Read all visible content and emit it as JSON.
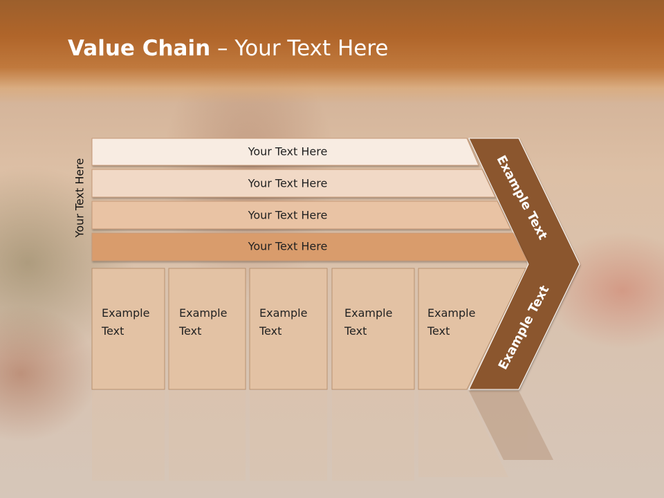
{
  "slide": {
    "title_bold": "Value Chain",
    "title_rest": " – Your Text Here",
    "vertical_label": "Your Text Here"
  },
  "bars": [
    {
      "label": "Your Text Here",
      "color": "#f8ece2"
    },
    {
      "label": "Your Text Here",
      "color": "#f1d9c6"
    },
    {
      "label": "Your Text Here",
      "color": "#e9c3a4"
    },
    {
      "label": "Your Text Here",
      "color": "#d99c6c"
    }
  ],
  "boxes": [
    {
      "line1": "Example",
      "line2": "Text"
    },
    {
      "line1": "Example",
      "line2": "Text"
    },
    {
      "line1": "Example",
      "line2": "Text"
    },
    {
      "line1": "Example",
      "line2": "Text"
    },
    {
      "line1": "Example",
      "line2": "Text"
    }
  ],
  "chevron": {
    "upper_label": "Example Text",
    "lower_label": "Example Text",
    "color": "#8b562e"
  }
}
